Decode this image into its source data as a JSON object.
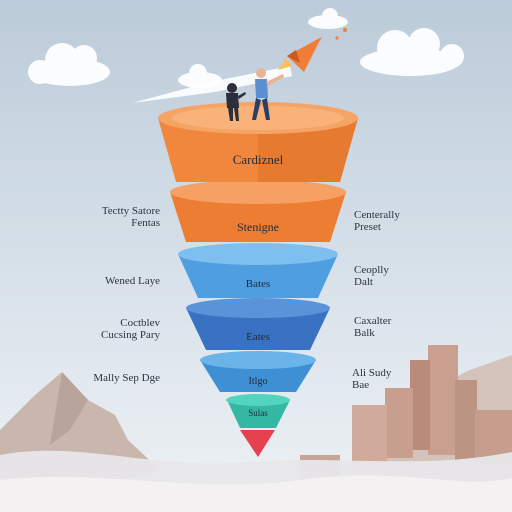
{
  "colors": {
    "sky_top": "#c3d2df",
    "sky_bottom": "#e8eef3",
    "tier_orange": "#f0873d",
    "tier_orange_dark": "#d96b22",
    "tier_blue_light": "#5aa9e6",
    "tier_blue_mid": "#3d79c9",
    "tier_teal": "#3fc4b0",
    "tier_red": "#e5414e",
    "mountain": "#c7b4ab",
    "buildings": "#c89f8e",
    "rocket": "#f07e3a"
  },
  "icons": [
    "rocket-icon",
    "person-figure",
    "cloud-icon"
  ],
  "funnel": {
    "tiers": [
      {
        "name": "top-tier",
        "label": "Cardiznel"
      },
      {
        "name": "second-tier",
        "label": "Stenigne"
      },
      {
        "name": "third-tier",
        "label": "Bates"
      },
      {
        "name": "fourth-tier",
        "label": "Eates"
      },
      {
        "name": "fifth-tier",
        "label": "Itlgo"
      },
      {
        "name": "sixth-tier",
        "label": "Sulas"
      }
    ]
  },
  "left_labels": [
    {
      "title": "Tectty Satore",
      "sub": "Fentas"
    },
    {
      "title": "Wened Laye",
      "sub": ""
    },
    {
      "title": "Coctblev",
      "sub": "Cucsing Pary"
    },
    {
      "title": "Mally Sep Dge",
      "sub": ""
    }
  ],
  "right_labels": [
    {
      "title": "Centerally",
      "sub": "Preset"
    },
    {
      "title": "Ceoplly",
      "sub": "Dalt"
    },
    {
      "title": "Caxalter",
      "sub": "Balk"
    },
    {
      "title": "Ali Sudy",
      "sub": "Bae"
    }
  ]
}
